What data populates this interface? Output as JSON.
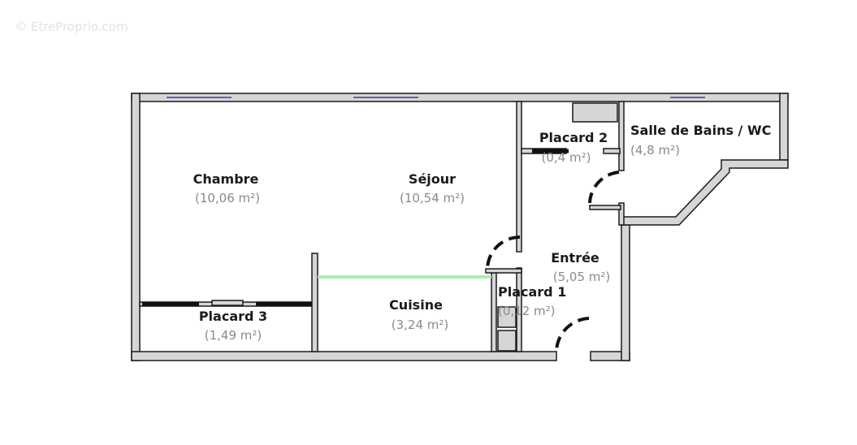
{
  "watermark": "© EtreProprio.com",
  "rooms": {
    "chambre": {
      "name": "Chambre",
      "area": "(10,06 m²)"
    },
    "sejour": {
      "name": "Séjour",
      "area": "(10,54 m²)"
    },
    "placard2": {
      "name": "Placard 2",
      "area": "(0,4 m²)"
    },
    "sdb": {
      "name": "Salle de Bains / WC",
      "area": "(4,8 m²)"
    },
    "entree": {
      "name": "Entrée",
      "area": "(5,05 m²)"
    },
    "placard1": {
      "name": "Placard 1",
      "area": "(0,12 m²)"
    },
    "cuisine": {
      "name": "Cuisine",
      "area": "(3,24 m²)"
    },
    "placard3": {
      "name": "Placard 3",
      "area": "(1,49 m²)"
    }
  },
  "colors": {
    "wall": "#d6d6d6",
    "window": "#3a3aa0",
    "kitchen_line": "#a8f0b0"
  }
}
